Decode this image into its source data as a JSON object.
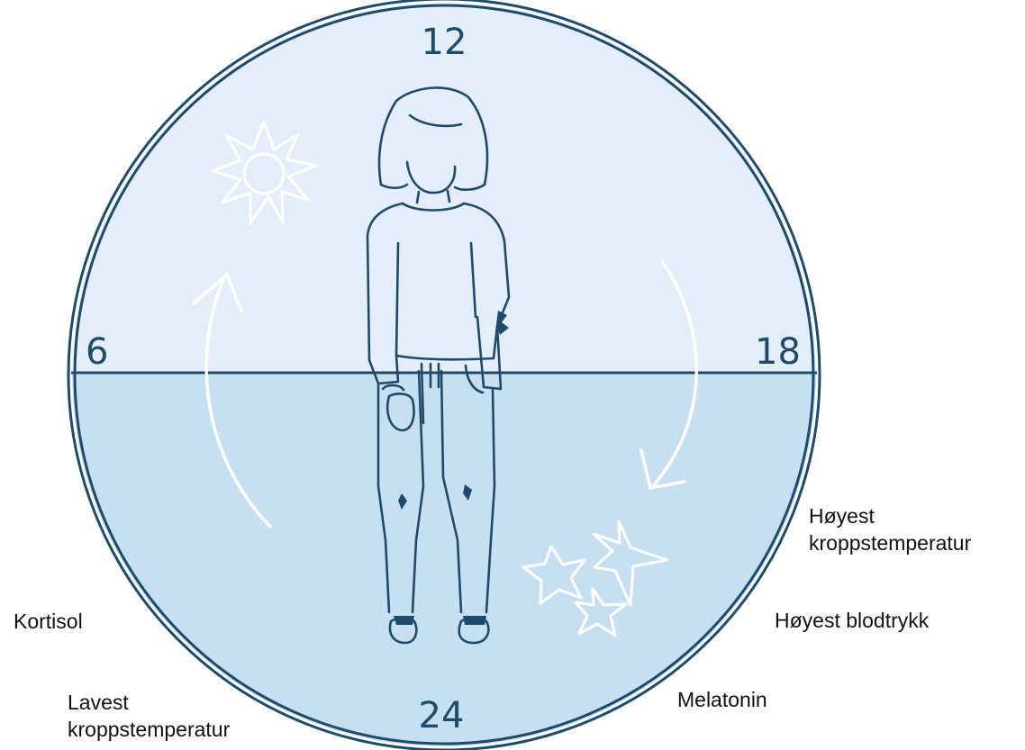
{
  "clock": {
    "hours": {
      "top": "12",
      "left": "6",
      "right": "18",
      "bottom": "24"
    },
    "colors": {
      "day_half": "#e3eef8",
      "night_half": "#c7e0f1",
      "ink": "#1f4b6b",
      "white_drawings": "#ffffff"
    },
    "icons": [
      "sun-icon",
      "star-icon",
      "arrow-icon",
      "person-figure"
    ]
  },
  "annotations": {
    "highest_body_temp": [
      "Høyest",
      "kroppstemperatur"
    ],
    "highest_blood_pressure": "Høyest blodtrykk",
    "melatonin": "Melatonin",
    "cortisol": "Kortisol",
    "lowest_body_temp": [
      "Lavest",
      "kroppstemperatur"
    ]
  }
}
